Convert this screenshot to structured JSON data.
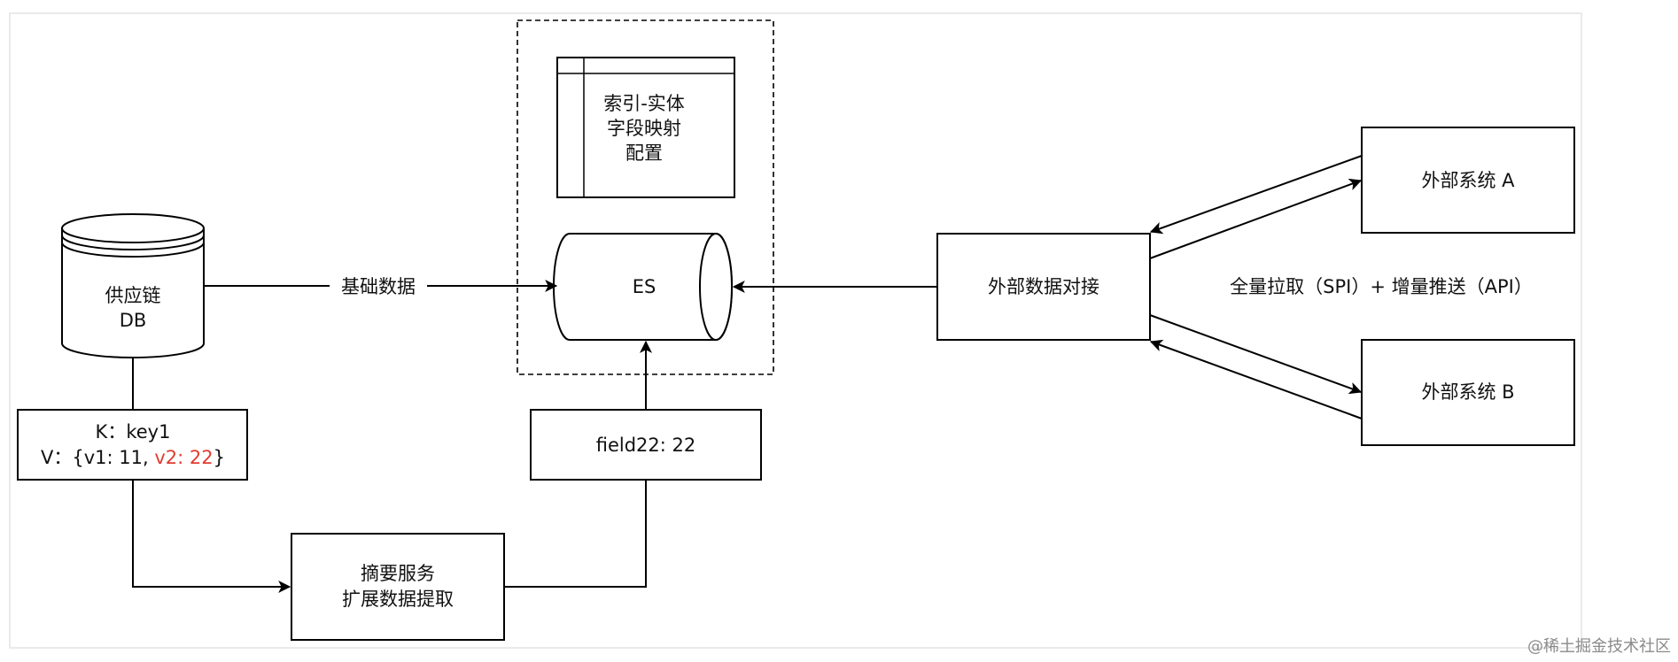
{
  "nodes": {
    "db": {
      "line1": "供应链",
      "line2": "DB"
    },
    "kv": {
      "k_line": "K：key1",
      "v_prefix": "V：{v1: 11, ",
      "v_highlight": "v2: 22",
      "v_suffix": "}"
    },
    "summary": {
      "line1": "摘要服务",
      "line2": "扩展数据提取"
    },
    "field": {
      "label": "field22: 22"
    },
    "config": {
      "line1": "索引-实体",
      "line2": "字段映射",
      "line3": "配置"
    },
    "es": {
      "label": "ES"
    },
    "external_join": {
      "label": "外部数据对接"
    },
    "system_a": {
      "label": "外部系统 A"
    },
    "system_b": {
      "label": "外部系统 B"
    }
  },
  "edges": {
    "db_to_es": {
      "label": "基础数据"
    },
    "sync": {
      "label": "全量拉取（SPI）+ 增量推送（API）"
    }
  },
  "watermark": {
    "text": "@稀土掘金技术社区"
  },
  "colors": {
    "stroke": "#000000",
    "highlight": "#e03c31",
    "text": "#111111"
  }
}
